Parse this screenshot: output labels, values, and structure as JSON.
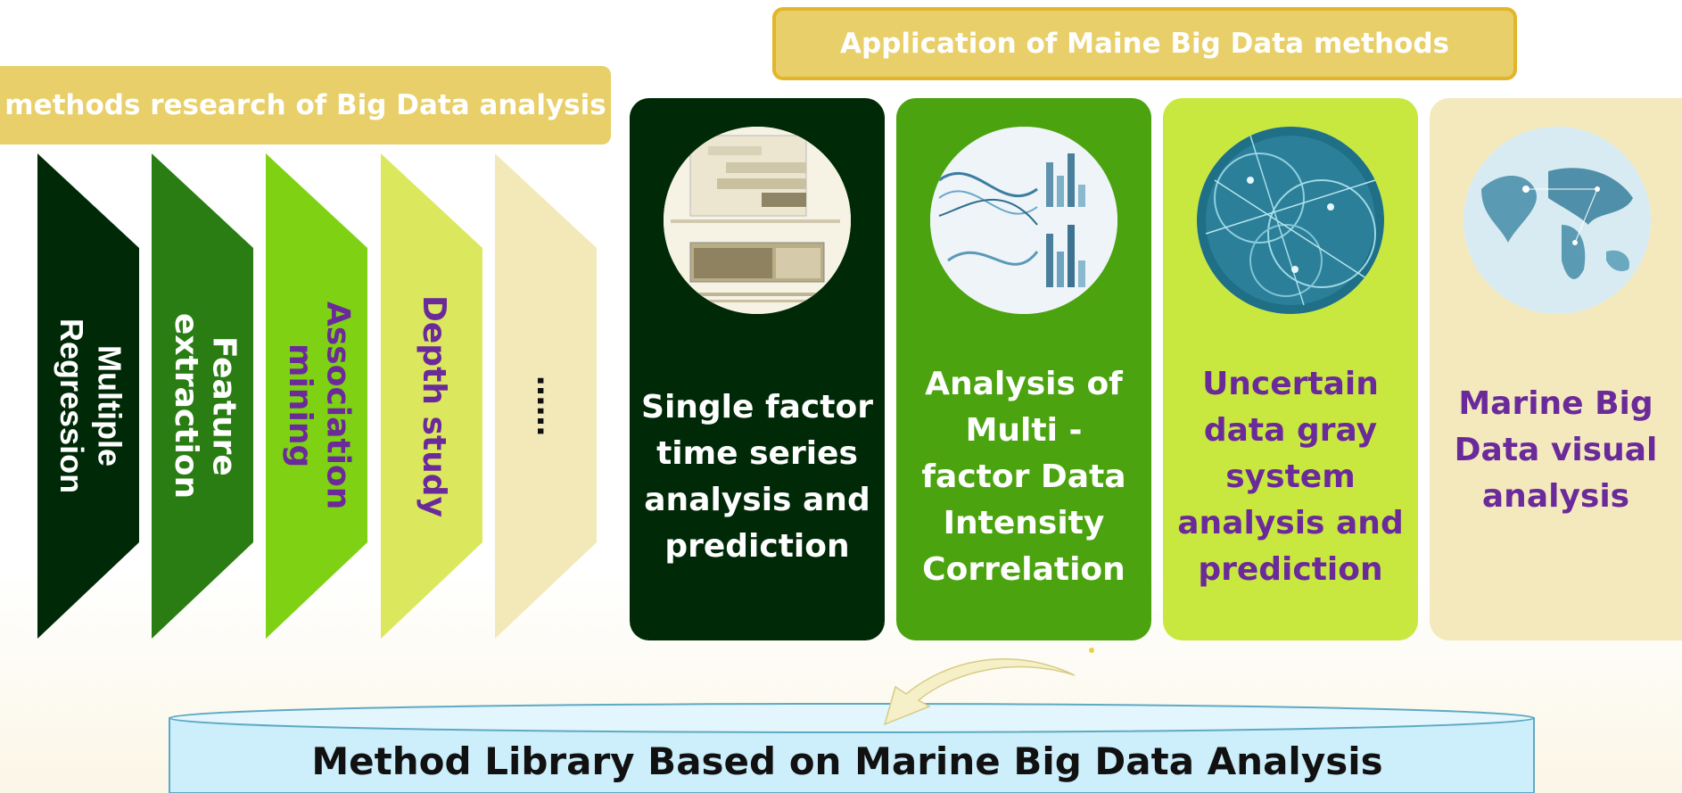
{
  "left_banner": "methods research  of Big Data  analysis",
  "right_banner": "Application of Maine Big Data  methods",
  "left_columns": [
    {
      "lines": [
        "Multiple",
        "Regression"
      ],
      "color": "#002a07",
      "text_color": "#ffffff"
    },
    {
      "lines": [
        "Feature",
        "extraction"
      ],
      "color": "#2a7d12",
      "text_color": "#ffffff"
    },
    {
      "lines": [
        "Association",
        "mining"
      ],
      "color": "#7fd114",
      "text_color": "#6b2a9a"
    },
    {
      "lines": [
        "Depth study"
      ],
      "color": "#dbe85e",
      "text_color": "#6b2a9a"
    },
    {
      "lines": [
        "……"
      ],
      "color": "#f3e9b8",
      "text_color": "#111111"
    }
  ],
  "cards": [
    {
      "lines": [
        "Single factor",
        "time series",
        "analysis and",
        "prediction"
      ],
      "color": "#002a07",
      "text_color": "#ffffff",
      "image": "time-series-chart-image"
    },
    {
      "lines": [
        "Analysis of",
        "Multi -",
        "factor Data",
        "Intensity",
        "Correlation"
      ],
      "color": "#4aa30f",
      "text_color": "#ffffff",
      "image": "correlation-chart-image"
    },
    {
      "lines": [
        "Uncertain",
        "data gray",
        "system",
        "analysis and",
        "prediction"
      ],
      "color": "#c8e83f",
      "text_color": "#6b2a9a",
      "image": "network-globe-image"
    },
    {
      "lines": [
        "Marine Big",
        "Data  visual",
        "analysis"
      ],
      "color": "#f3e9bd",
      "text_color": "#6b2a9a",
      "image": "world-map-image"
    }
  ],
  "library_label": "Method Library Based on Marine Big Data  Analysis",
  "colors": {
    "banner": "#e8cf6a",
    "banner_border": "#e2b62a",
    "cylinder": "#cdeefb",
    "arrow": "#f5f0c8"
  }
}
